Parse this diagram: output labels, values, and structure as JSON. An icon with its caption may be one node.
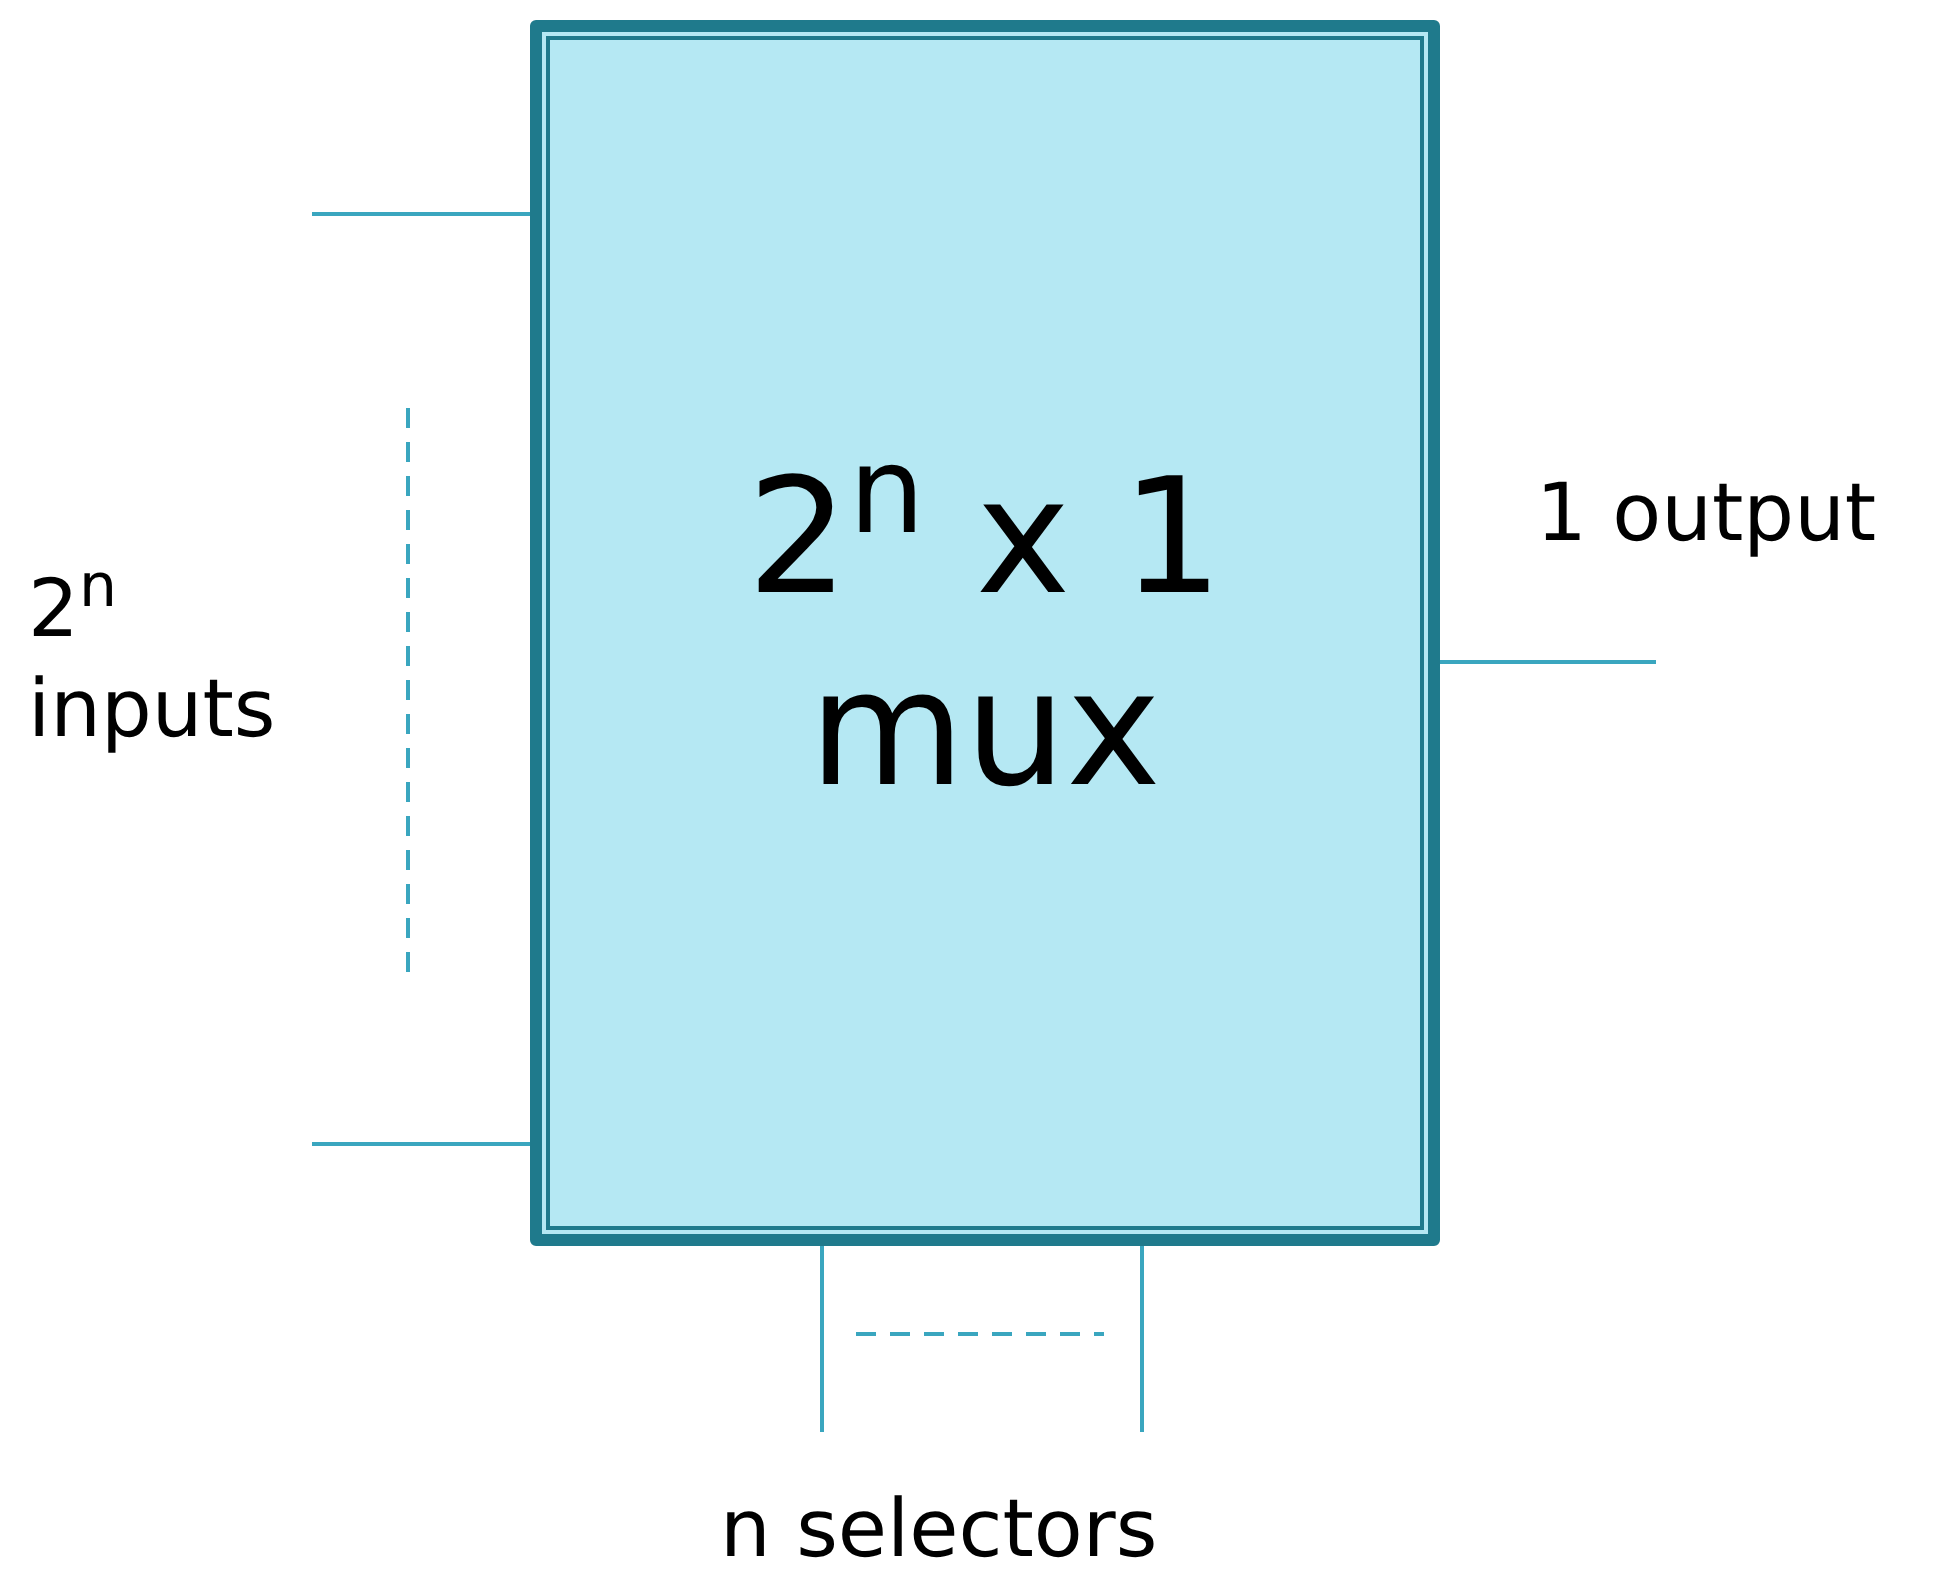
{
  "diagram": {
    "nodes": [
      {
        "text": [
          "2$^{n}$ x 1 mux"
        ]
      }
    ],
    "labels": [
      "2$^{n}$ inputs",
      "1 output",
      "n selectors"
    ]
  }
}
